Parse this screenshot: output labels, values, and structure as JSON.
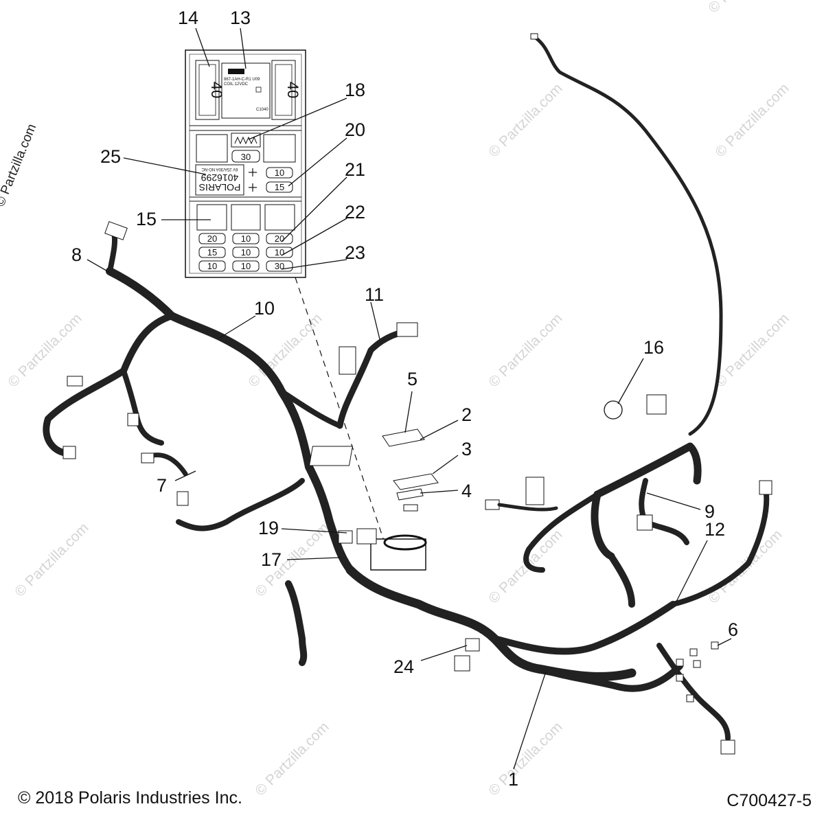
{
  "watermark": {
    "text": "© Partzilla.com"
  },
  "footer": {
    "copyright": "© 2018 Polaris Industries Inc.",
    "figure_code": "C700427-5"
  },
  "fuse_box": {
    "relay_large_label": "40",
    "relay_line1": "867-1AH-C-R1 U09",
    "relay_line2": "COIL:12VDC",
    "relay_code": "C1040",
    "top_fuse": "30",
    "upper_right_fuses": [
      "10",
      "15"
    ],
    "module_brand": "POLARIS",
    "module_number": "4016299",
    "module_rating": "6V  25A/30A  NO-NC",
    "bottom_grid": [
      [
        "20",
        "10",
        "20"
      ],
      [
        "15",
        "10",
        "10"
      ],
      [
        "10",
        "10",
        "30"
      ]
    ]
  },
  "callouts": [
    {
      "id": "1",
      "label": "1"
    },
    {
      "id": "2",
      "label": "2"
    },
    {
      "id": "3",
      "label": "3"
    },
    {
      "id": "4",
      "label": "4"
    },
    {
      "id": "5",
      "label": "5"
    },
    {
      "id": "6",
      "label": "6"
    },
    {
      "id": "7",
      "label": "7"
    },
    {
      "id": "8",
      "label": "8"
    },
    {
      "id": "9",
      "label": "9"
    },
    {
      "id": "10",
      "label": "10"
    },
    {
      "id": "11",
      "label": "11"
    },
    {
      "id": "12",
      "label": "12"
    },
    {
      "id": "13",
      "label": "13"
    },
    {
      "id": "14",
      "label": "14"
    },
    {
      "id": "15",
      "label": "15"
    },
    {
      "id": "16",
      "label": "16"
    },
    {
      "id": "17",
      "label": "17"
    },
    {
      "id": "18",
      "label": "18"
    },
    {
      "id": "19",
      "label": "19"
    },
    {
      "id": "20",
      "label": "20"
    },
    {
      "id": "21",
      "label": "21"
    },
    {
      "id": "22",
      "label": "22"
    },
    {
      "id": "23",
      "label": "23"
    },
    {
      "id": "24",
      "label": "24"
    },
    {
      "id": "25",
      "label": "25"
    }
  ]
}
